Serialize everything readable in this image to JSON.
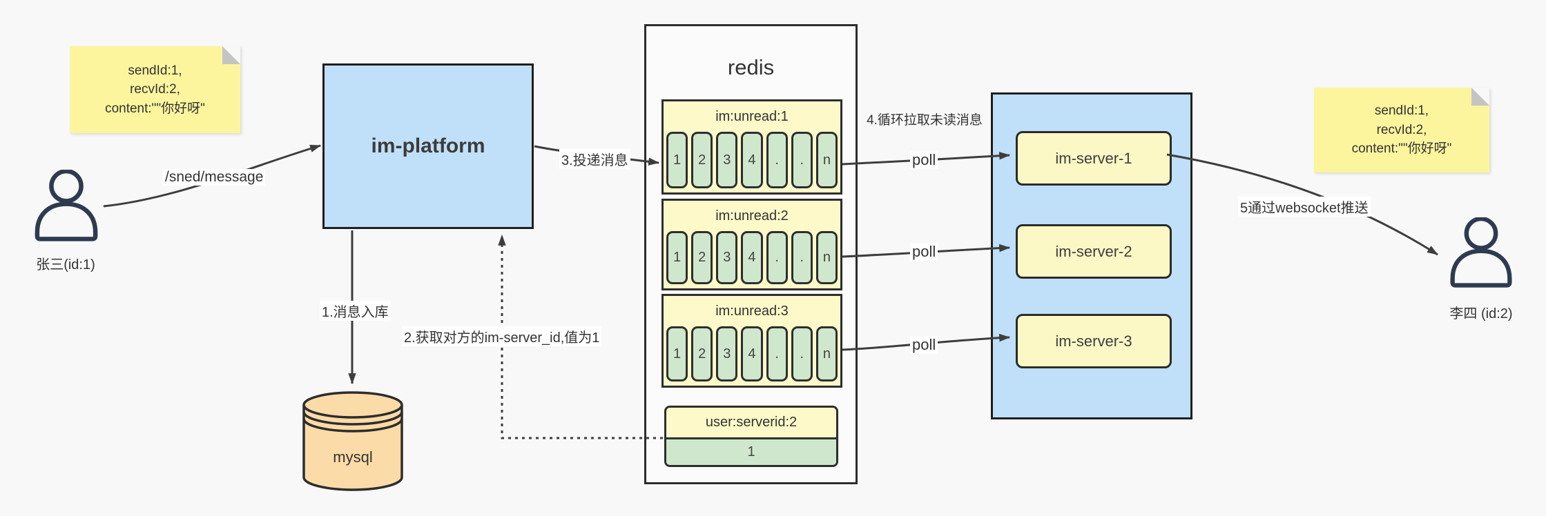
{
  "notes": {
    "left": {
      "lines": [
        "sendId:1,",
        "recvId:2,",
        "content:\"\"你好呀\""
      ]
    },
    "right": {
      "lines": [
        "sendId:1,",
        "recvId:2,",
        "content:\"\"你好呀\""
      ]
    }
  },
  "users": {
    "sender": {
      "label": "张三(id:1)"
    },
    "receiver": {
      "label": "李四 (id:2)"
    }
  },
  "platform": {
    "label": "im-platform"
  },
  "database": {
    "label": "mysql"
  },
  "redis": {
    "title": "redis",
    "queues": [
      {
        "title": "im:unread:1",
        "cells": [
          "1",
          "2",
          "3",
          "4",
          ".",
          ".",
          "n"
        ]
      },
      {
        "title": "im:unread:2",
        "cells": [
          "1",
          "2",
          "3",
          "4",
          ".",
          ".",
          "n"
        ]
      },
      {
        "title": "im:unread:3",
        "cells": [
          "1",
          "2",
          "3",
          "4",
          ".",
          ".",
          "n"
        ]
      }
    ],
    "kv": {
      "title": "user:serverid:2",
      "value": "1"
    }
  },
  "server_group": {
    "servers": [
      {
        "label": "im-server-1"
      },
      {
        "label": "im-server-2"
      },
      {
        "label": "im-server-3"
      }
    ]
  },
  "flow_labels": {
    "send_api": "/sned/message",
    "step1": "1.消息入库",
    "step2": "2.获取对方的im-server_id,值为1",
    "step3": "3.投递消息",
    "step4": "4.循环拉取未读消息",
    "poll": "poll",
    "step5": "5通过websocket推送"
  },
  "colors": {
    "background": "#f8f8f8",
    "box_blue": "#bfe0f8",
    "note_yellow": "#fcf59d",
    "header_yellow": "#fdf9c9",
    "cell_green": "#cfe8cd",
    "db_orange": "#fbdba7",
    "wire_dark": "#3d3d3d",
    "person_navy": "#2e3a50"
  }
}
